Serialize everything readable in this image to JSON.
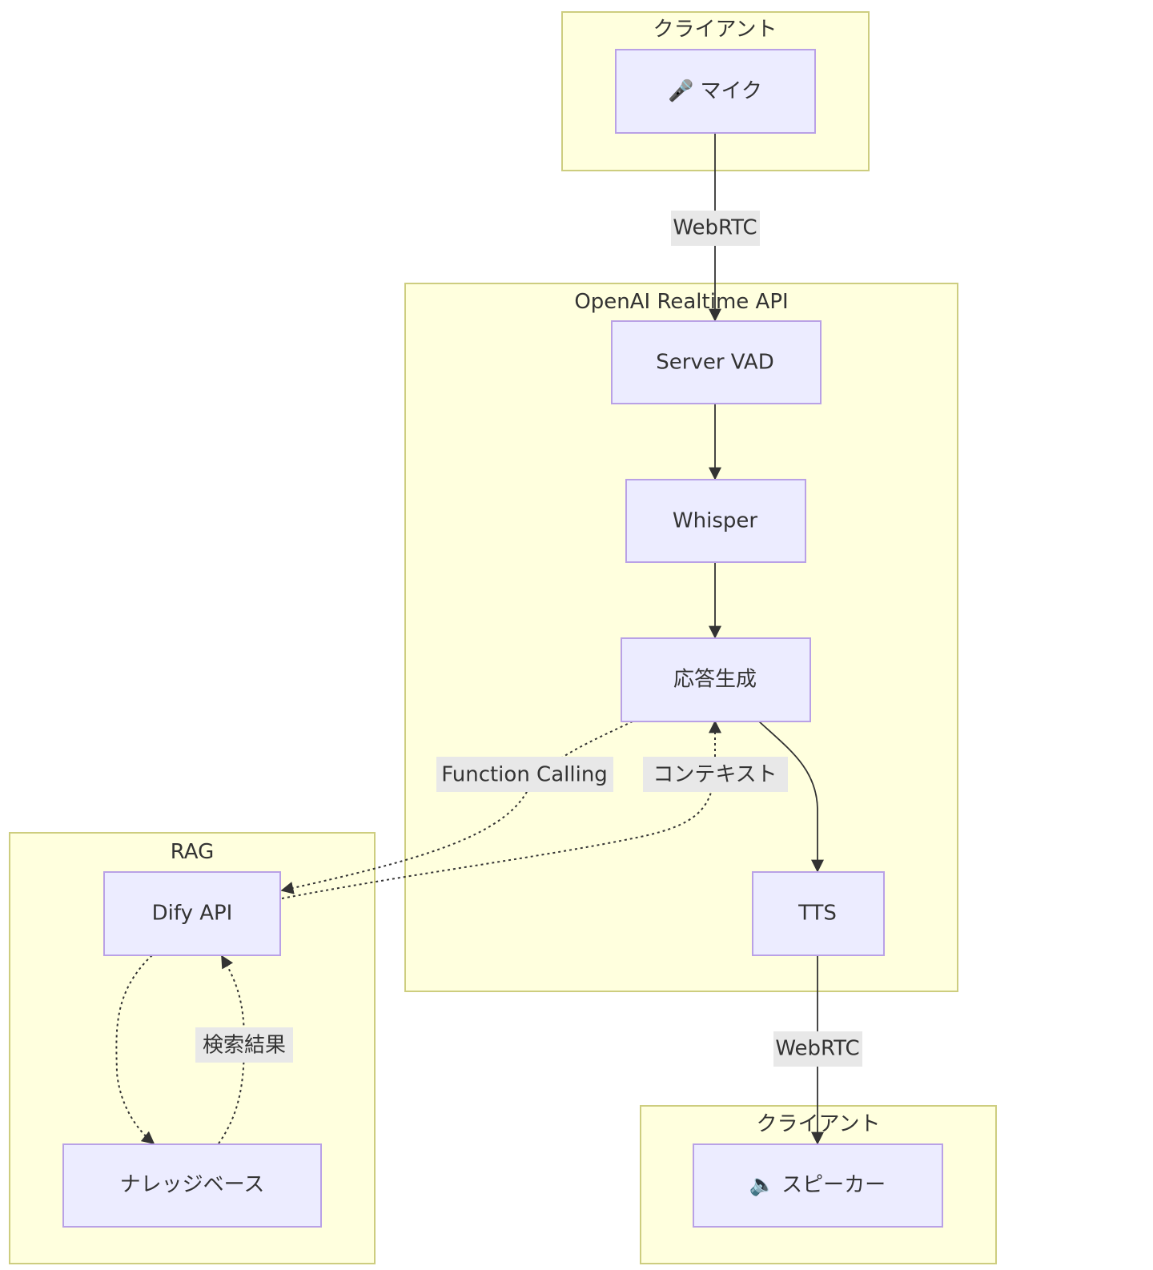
{
  "diagram": {
    "type": "flowchart",
    "clusters": {
      "client_top": {
        "label": "クライアント"
      },
      "openai": {
        "label": "OpenAI Realtime API"
      },
      "rag": {
        "label": "RAG"
      },
      "client_bottom": {
        "label": "クライアント"
      }
    },
    "nodes": {
      "mic": {
        "icon": "🎤",
        "label": "マイク"
      },
      "vad": {
        "label": "Server VAD"
      },
      "whisper": {
        "label": "Whisper"
      },
      "gen": {
        "label": "応答生成"
      },
      "tts": {
        "label": "TTS"
      },
      "dify": {
        "label": "Dify API"
      },
      "kb": {
        "label": "ナレッジベース"
      },
      "speaker": {
        "icon": "🔈",
        "label": "スピーカー"
      }
    },
    "edges": {
      "mic_vad": {
        "from": "マイク",
        "to": "Server VAD",
        "label": "WebRTC",
        "style": "solid"
      },
      "vad_whisper": {
        "from": "Server VAD",
        "to": "Whisper",
        "label": "",
        "style": "solid"
      },
      "whisper_gen": {
        "from": "Whisper",
        "to": "応答生成",
        "label": "",
        "style": "solid"
      },
      "gen_dify": {
        "from": "応答生成",
        "to": "Dify API",
        "label": "Function Calling",
        "style": "dotted"
      },
      "dify_gen": {
        "from": "Dify API",
        "to": "応答生成",
        "label": "コンテキスト",
        "style": "dotted"
      },
      "gen_tts": {
        "from": "応答生成",
        "to": "TTS",
        "label": "",
        "style": "solid"
      },
      "dify_kb": {
        "from": "Dify API",
        "to": "ナレッジベース",
        "label": "",
        "style": "dotted"
      },
      "kb_dify": {
        "from": "ナレッジベース",
        "to": "Dify API",
        "label": "検索結果",
        "style": "dotted"
      },
      "tts_speaker": {
        "from": "TTS",
        "to": "スピーカー",
        "label": "WebRTC",
        "style": "solid"
      }
    }
  }
}
